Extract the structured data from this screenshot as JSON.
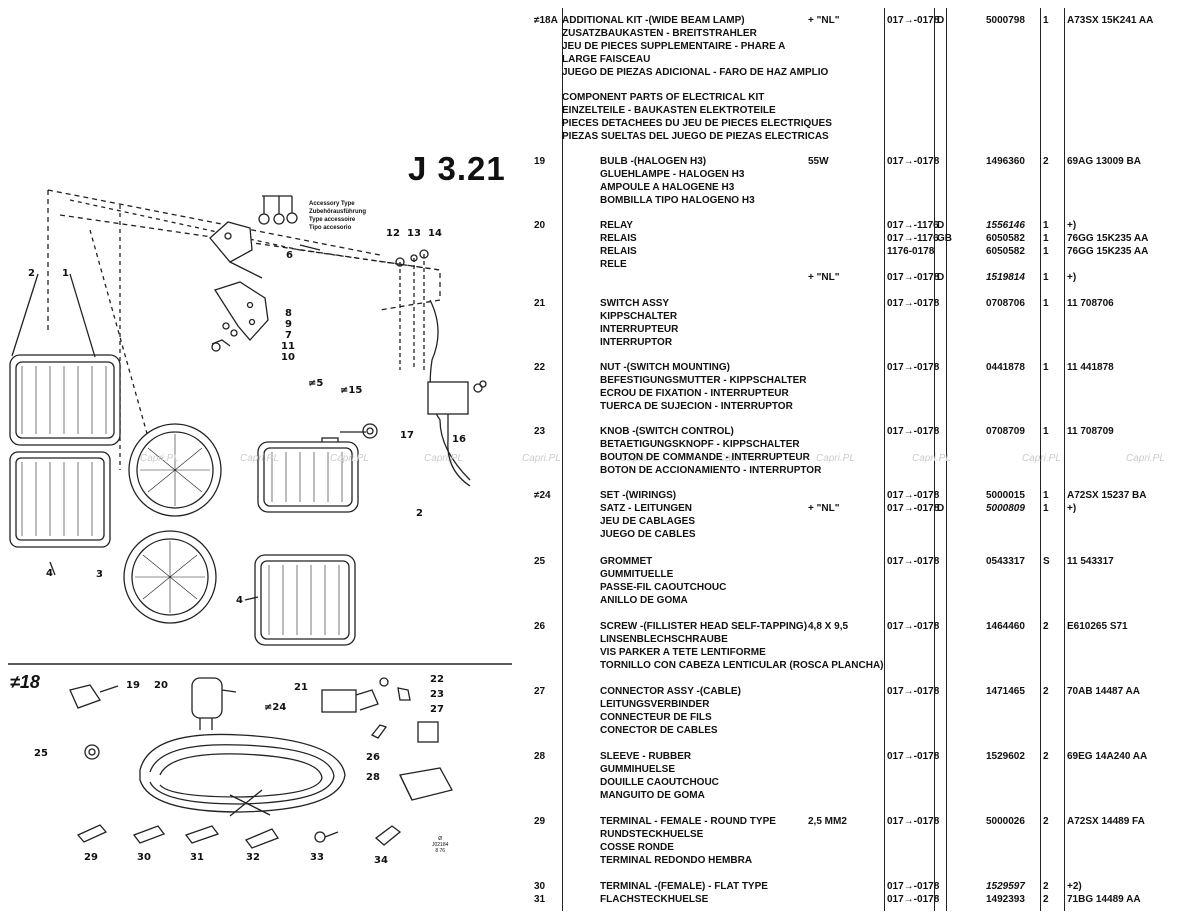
{
  "page_code": "J 3.21",
  "section_label": "≠18",
  "accessory_type_lines": [
    "Accessory Type",
    "Zubehörausführung",
    "Type accessoire",
    "Tipo accesorio"
  ],
  "stamp_lines": [
    "Ø",
    "J02184",
    "8 76"
  ],
  "watermark": "Capri.PL",
  "callouts": [
    {
      "id": "c1",
      "text": "1"
    },
    {
      "id": "c2",
      "text": "2"
    },
    {
      "id": "c2b",
      "text": "2"
    },
    {
      "id": "c3",
      "text": "3"
    },
    {
      "id": "c4",
      "text": "4"
    },
    {
      "id": "c4b",
      "text": "4"
    },
    {
      "id": "c5",
      "text": "≠5"
    },
    {
      "id": "c6",
      "text": "6"
    },
    {
      "id": "c7",
      "text": "7"
    },
    {
      "id": "c8",
      "text": "8"
    },
    {
      "id": "c9",
      "text": "9"
    },
    {
      "id": "c10",
      "text": "10"
    },
    {
      "id": "c11",
      "text": "11"
    },
    {
      "id": "c12",
      "text": "12"
    },
    {
      "id": "c13",
      "text": "13"
    },
    {
      "id": "c14",
      "text": "14"
    },
    {
      "id": "c15",
      "text": "≠15"
    },
    {
      "id": "c16",
      "text": "16"
    },
    {
      "id": "c17",
      "text": "17"
    },
    {
      "id": "c19",
      "text": "19"
    },
    {
      "id": "c20",
      "text": "20"
    },
    {
      "id": "c21",
      "text": "21"
    },
    {
      "id": "c22",
      "text": "22"
    },
    {
      "id": "c23",
      "text": "23"
    },
    {
      "id": "c24",
      "text": "≠24"
    },
    {
      "id": "c25",
      "text": "25"
    },
    {
      "id": "c26",
      "text": "26"
    },
    {
      "id": "c27",
      "text": "27"
    },
    {
      "id": "c28",
      "text": "28"
    },
    {
      "id": "c29",
      "text": "29"
    },
    {
      "id": "c30",
      "text": "30"
    },
    {
      "id": "c31",
      "text": "31"
    },
    {
      "id": "c32",
      "text": "32"
    },
    {
      "id": "c33",
      "text": "33"
    },
    {
      "id": "c34",
      "text": "34"
    }
  ],
  "parts": [
    {
      "ref": "≠18A",
      "desc": [
        "ADDITIONAL KIT -(WIDE BEAM LAMP)",
        "ZUSATZBAUKASTEN - BREITSTRAHLER",
        "JEU DE PIECES SUPPLEMENTAIRE - PHARE A",
        "LARGE FAISCEAU",
        "JUEGO DE PIEZAS ADICIONAL - FARO DE HAZ AMPLIO"
      ],
      "lines": [
        {
          "spec": "+ \"NL\"",
          "mod": "017→-0178",
          "code": "D",
          "part": "5000798",
          "qty": "1",
          "rem": "A73SX 15K241 AA"
        }
      ]
    },
    {
      "ref": "",
      "desc": [
        "COMPONENT PARTS OF ELECTRICAL KIT",
        "EINZELTEILE - BAUKASTEN ELEKTROTEILE",
        "PIECES DETACHEES DU JEU DE PIECES ELECTRIQUES",
        "PIEZAS SUELTAS DEL JUEGO DE PIEZAS ELECTRICAS"
      ],
      "lines": []
    },
    {
      "ref": "19",
      "desc": [
        "BULB -(HALOGEN H3)",
        "GLUEHLAMPE - HALOGEN H3",
        "AMPOULE A HALOGENE H3",
        "BOMBILLA TIPO HALOGENO H3"
      ],
      "lines": [
        {
          "spec": "55W",
          "mod": "017→-0178",
          "code": "",
          "part": "1496360",
          "qty": "2",
          "rem": "69AG 13009 BA"
        }
      ]
    },
    {
      "ref": "20",
      "desc": [
        "RELAY",
        "RELAIS",
        "RELAIS",
        "RELE"
      ],
      "lines": [
        {
          "spec": "",
          "mod": "017→-1176",
          "code": "D",
          "part": "1556146",
          "qty": "1",
          "rem": "+)",
          "italic": true
        },
        {
          "spec": "",
          "mod": "017→-1176",
          "code": "GB",
          "part": "6050582",
          "qty": "1",
          "rem": "76GG 15K235 AA"
        },
        {
          "spec": "",
          "mod": "1176-0178",
          "code": "",
          "part": "6050582",
          "qty": "1",
          "rem": "76GG 15K235 AA"
        },
        {
          "spec": "",
          "mod": "",
          "code": "",
          "part": "",
          "qty": "",
          "rem": ""
        },
        {
          "spec": "+ \"NL\"",
          "mod": "017→-0178",
          "code": "D",
          "part": "1519814",
          "qty": "1",
          "rem": "+)",
          "italic": true
        }
      ]
    },
    {
      "ref": "21",
      "desc": [
        "SWITCH ASSY",
        "KIPPSCHALTER",
        "INTERRUPTEUR",
        "INTERRUPTOR"
      ],
      "lines": [
        {
          "spec": "",
          "mod": "017→-0178",
          "code": "",
          "part": "0708706",
          "qty": "1",
          "rem": "11 708706"
        }
      ]
    },
    {
      "ref": "22",
      "desc": [
        "NUT -(SWITCH MOUNTING)",
        "BEFESTIGUNGSMUTTER - KIPPSCHALTER",
        "ECROU DE FIXATION - INTERRUPTEUR",
        "TUERCA DE SUJECION - INTERRUPTOR"
      ],
      "lines": [
        {
          "spec": "",
          "mod": "017→-0178",
          "code": "",
          "part": "0441878",
          "qty": "1",
          "rem": "11 441878"
        }
      ]
    },
    {
      "ref": "23",
      "desc": [
        "KNOB -(SWITCH CONTROL)",
        "BETAETIGUNGSKNOPF - KIPPSCHALTER",
        "BOUTON DE COMMANDE - INTERRUPTEUR",
        "BOTON DE ACCIONAMIENTO - INTERRUPTOR"
      ],
      "lines": [
        {
          "spec": "",
          "mod": "017→-0178",
          "code": "",
          "part": "0708709",
          "qty": "1",
          "rem": "11 708709"
        }
      ]
    },
    {
      "ref": "≠24",
      "desc": [
        "SET -(WIRINGS)",
        "SATZ - LEITUNGEN",
        "JEU DE CABLAGES",
        "JUEGO DE CABLES"
      ],
      "lines": [
        {
          "spec": "",
          "mod": "017→-0178",
          "code": "",
          "part": "5000015",
          "qty": "1",
          "rem": "A72SX 15237 BA"
        },
        {
          "spec": "+ \"NL\"",
          "mod": "017→-0178",
          "code": "D",
          "part": "5000809",
          "qty": "1",
          "rem": "+)",
          "italic": true
        }
      ]
    },
    {
      "ref": "25",
      "desc": [
        "GROMMET",
        "GUMMITUELLE",
        "PASSE-FIL CAOUTCHOUC",
        "ANILLO DE GOMA"
      ],
      "lines": [
        {
          "spec": "",
          "mod": "017→-0178",
          "code": "",
          "part": "0543317",
          "qty": "S",
          "rem": "11 543317"
        }
      ]
    },
    {
      "ref": "26",
      "desc": [
        "SCREW -(FILLISTER HEAD SELF-TAPPING)",
        "LINSENBLECHSCHRAUBE",
        "VIS PARKER A TETE LENTIFORME",
        "TORNILLO CON CABEZA LENTICULAR (ROSCA PLANCHA)"
      ],
      "lines": [
        {
          "spec": "4,8 X 9,5",
          "mod": "017→-0178",
          "code": "",
          "part": "1464460",
          "qty": "2",
          "rem": "E610265 S71"
        }
      ]
    },
    {
      "ref": "27",
      "desc": [
        "CONNECTOR ASSY -(CABLE)",
        "LEITUNGSVERBINDER",
        "CONNECTEUR DE FILS",
        "CONECTOR DE CABLES"
      ],
      "lines": [
        {
          "spec": "",
          "mod": "017→-0178",
          "code": "",
          "part": "1471465",
          "qty": "2",
          "rem": "70AB 14487 AA"
        }
      ]
    },
    {
      "ref": "28",
      "desc": [
        "SLEEVE - RUBBER",
        "GUMMIHUELSE",
        "DOUILLE CAOUTCHOUC",
        "MANGUITO DE GOMA"
      ],
      "lines": [
        {
          "spec": "",
          "mod": "017→-0178",
          "code": "",
          "part": "1529602",
          "qty": "2",
          "rem": "69EG 14A240 AA"
        }
      ]
    },
    {
      "ref": "29",
      "desc": [
        "TERMINAL - FEMALE - ROUND TYPE",
        "RUNDSTECKHUELSE",
        "COSSE RONDE",
        "TERMINAL REDONDO HEMBRA"
      ],
      "lines": [
        {
          "spec": "2,5    MM2",
          "mod": "017→-0178",
          "code": "",
          "part": "5000026",
          "qty": "2",
          "rem": "A72SX 14489 FA"
        }
      ]
    },
    {
      "ref": "30",
      "desc": [
        "TERMINAL -(FEMALE) - FLAT TYPE"
      ],
      "lines": [
        {
          "spec": "",
          "mod": "017→-0178",
          "code": "",
          "part": "1529597",
          "qty": "2",
          "rem": "+2)",
          "italic": true
        }
      ]
    },
    {
      "ref": "31",
      "desc": [
        "FLACHSTECKHUELSE"
      ],
      "lines": [
        {
          "spec": "",
          "mod": "017→-0178",
          "code": "",
          "part": "1492393",
          "qty": "2",
          "rem": "71BG 14489 AA"
        }
      ]
    }
  ]
}
